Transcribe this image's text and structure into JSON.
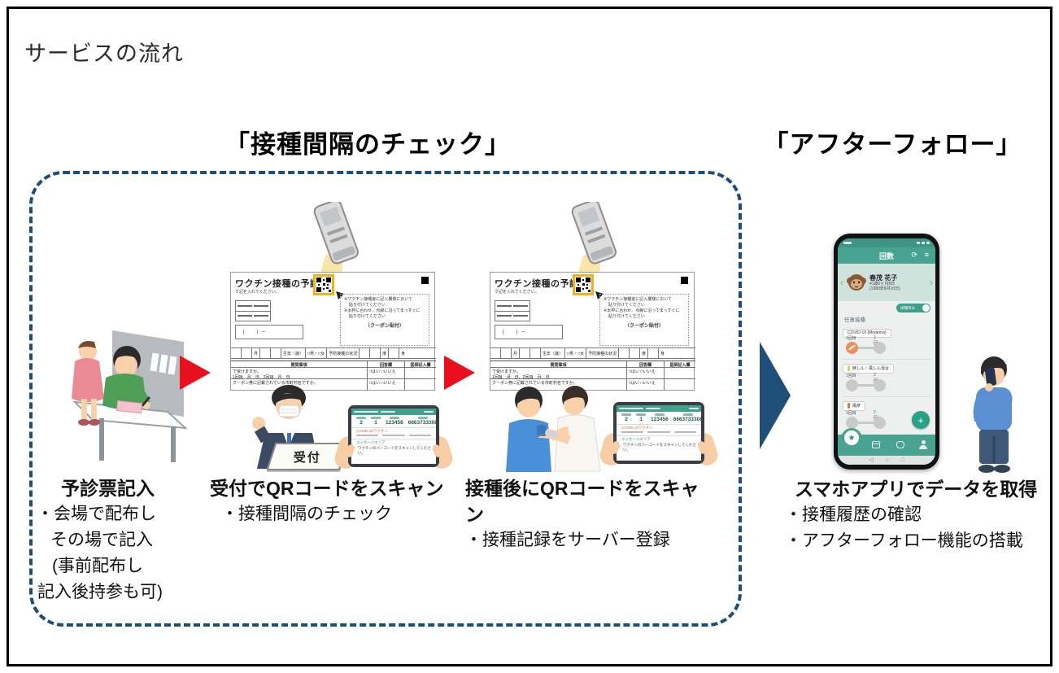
{
  "page": {
    "title": "サービスの流れ"
  },
  "headings": {
    "left": "「接種間隔のチェック」",
    "right": "「アフターフォロー」"
  },
  "steps": [
    {
      "title": "予診票記入",
      "lines": [
        "・会場で配布し",
        "その場で記入",
        "(事前配布し",
        "記入後持参も可)"
      ]
    },
    {
      "title": "受付でQRコードをスキャン",
      "lines": [
        "・接種間隔のチェック"
      ]
    },
    {
      "title": "接種後にQRコードをスキャン",
      "lines": [
        "・接種記録をサーバー登録"
      ]
    },
    {
      "title": "スマホアプリでデータを取得",
      "lines": [
        "・接種履歴の確認",
        "・アフターフォロー機能の搭載"
      ]
    }
  ],
  "form": {
    "title": "ワクチン接種の予診票",
    "hint": "ク記を入れてください。",
    "note1": "※ワクチン接種後に記入欄側において",
    "note2": "貼り付けてください",
    "note3": "※太枠に合わせ、点線に沿ってまっすぐに",
    "note4": "貼り付けてください",
    "coupon": "（クーポン貼付）",
    "phone_field": "（　　）−",
    "cells": [
      "月",
      "生年（歳）",
      "□男・□女",
      "予防接種の状況",
      "度",
      "身"
    ],
    "table": {
      "q_header": "質問事項",
      "a_header": "回答欄",
      "d_header": "医師記入欄",
      "q1a": "で受けますか。",
      "q1b": "1回目　月　日、2回目　月　日",
      "q2": "クーポン券に記載されている市町村名ですか。",
      "yes": "□はい",
      "no": "□いいえ"
    }
  },
  "reception": {
    "sign": "受付"
  },
  "tablet": {
    "values": [
      "2",
      "1",
      "123456",
      "6663733308"
    ],
    "section": "COVID-19ワクチン",
    "msg_title": "メッセージエリア",
    "message": "ワクチンのバーコードをスキャンしてください。"
  },
  "phone": {
    "app_title": "回数",
    "name": "春茂 花子",
    "age": "41歳0ヶ月8日",
    "birth": "(1980年6月10日)",
    "toggle": "接種済み",
    "section": "任意接種",
    "vaccines": [
      {
        "chip": "COVID-19 (Moderna)",
        "d1": "1回目",
        "d2": "2回目"
      },
      {
        "chip": "麻しん・風しん混合",
        "d1": "1回目",
        "d2": "2回目"
      },
      {
        "chip": "風疹",
        "d1": "1回目",
        "d2": "2回目"
      }
    ]
  },
  "icons": {
    "refresh": "⟳",
    "menu": "≡",
    "chev_left": "‹",
    "chev_right": "›",
    "star": "★",
    "plus": "+",
    "back": "◁",
    "home": "○",
    "recents": "□"
  },
  "colors": {
    "navy": "#1f4e79",
    "red": "#e8101c",
    "teal": "#48a391",
    "orange": "#ef8f5e",
    "qr_highlight": "#f2b01e"
  }
}
